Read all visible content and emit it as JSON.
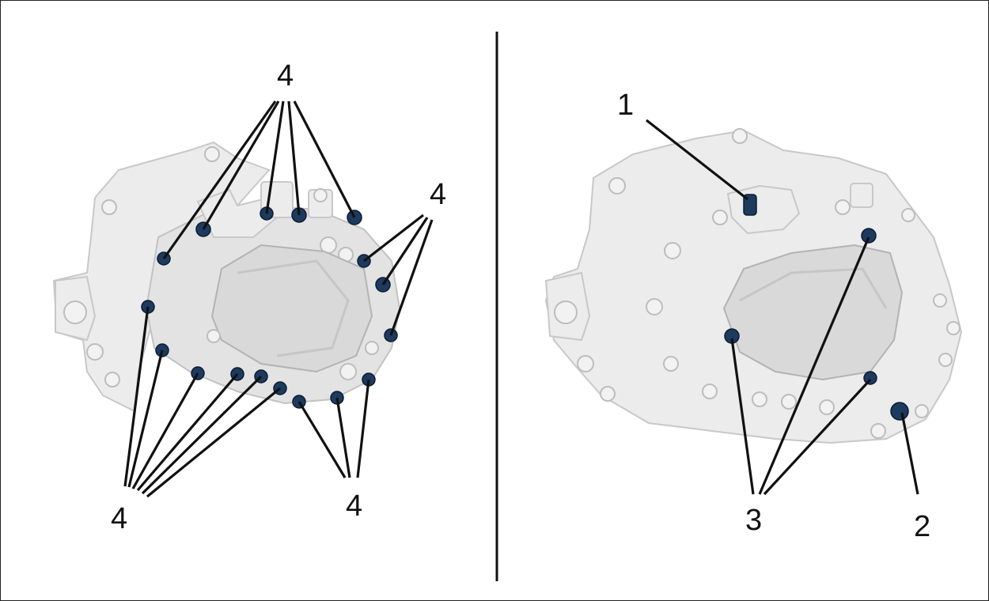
{
  "diagram": {
    "left_panel": {
      "callouts": [
        {
          "id": "top",
          "label": "4"
        },
        {
          "id": "right",
          "label": "4"
        },
        {
          "id": "bottom-left",
          "label": "4"
        },
        {
          "id": "bottom-right",
          "label": "4"
        }
      ]
    },
    "right_panel": {
      "callouts": [
        {
          "id": "one",
          "label": "1"
        },
        {
          "id": "two",
          "label": "2"
        },
        {
          "id": "three",
          "label": "3"
        }
      ]
    },
    "colors": {
      "bolt": "#1d3a5f",
      "housing": "#e3e3e3",
      "leader": "#111111"
    },
    "icons": [
      "gearbox-housing-left-view",
      "gearbox-housing-right-view",
      "bolt-marker"
    ]
  }
}
